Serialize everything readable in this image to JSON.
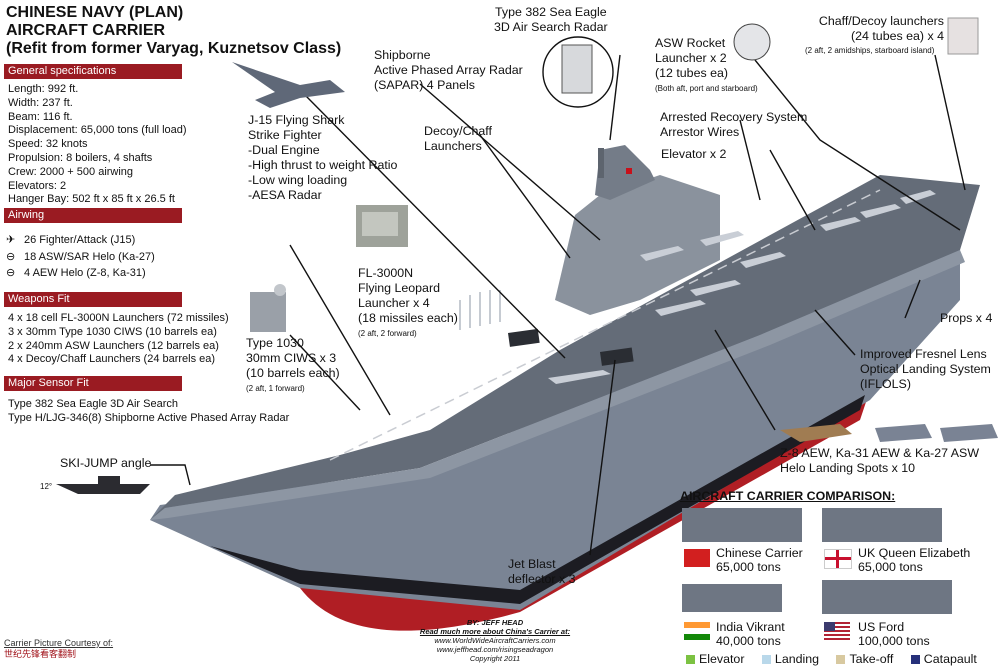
{
  "title": {
    "line1": "CHINESE NAVY (PLAN)",
    "line2": "AIRCRAFT CARRIER",
    "line3": "(Refit from former Varyag, Kuznetsov Class)"
  },
  "general": {
    "header": "General specifications",
    "items": [
      "Length: 992 ft.",
      "Width: 237 ft.",
      "Beam: 116 ft.",
      "Displacement: 65,000 tons (full load)",
      "Speed: 32 knots",
      "Propulsion: 8 boilers, 4 shafts",
      "Crew: 2000 + 500 airwing",
      "Elevators: 2",
      "Hanger Bay: 502 ft x 85 ft x 26.5 ft"
    ]
  },
  "airwing": {
    "header": "Airwing",
    "items": [
      "26 Fighter/Attack (J15)",
      "18 ASW/SAR Helo (Ka-27)",
      "4 AEW Helo (Z-8, Ka-31)"
    ]
  },
  "weapons": {
    "header": "Weapons Fit",
    "items": [
      "4 x 18 cell FL-3000N Launchers (72 missiles)",
      "3 x 30mm Type 1030 CIWS (10 barrels ea)",
      "2 x 240mm ASW Launchers (12 barrels ea)",
      "4 x Decoy/Chaff Launchers (24 barrels ea)"
    ]
  },
  "sensors": {
    "header": "Major Sensor Fit",
    "items": [
      "Type 382 Sea Eagle 3D Air Search",
      "Type H/LJG-346(8) Shipborne Active Phased Array Radar"
    ]
  },
  "callouts": {
    "j15": [
      "J-15 Flying Shark",
      "Strike Fighter",
      "-Dual Engine",
      "-High thrust to weight Ratio",
      "-Low wing loading",
      "-AESA Radar"
    ],
    "radar382": [
      "Type 382 Sea Eagle",
      "3D Air Search Radar"
    ],
    "sapar": [
      "Shipborne",
      "Active Phased Array Radar",
      "(SAPAR) 4 Panels"
    ],
    "asw": [
      "ASW Rocket",
      "Launcher x 2",
      "(12 tubes ea)"
    ],
    "asw_note": "(Both aft, port and starboard)",
    "chaff": [
      "Chaff/Decoy launchers",
      "(24 tubes ea) x 4"
    ],
    "chaff_note": "(2 aft, 2 amidships, starboard island)",
    "decoy": [
      "Decoy/Chaff",
      "Launchers"
    ],
    "arrest": [
      "Arrested Recovery System",
      "Arrestor Wires"
    ],
    "elevator": "Elevator x 2",
    "fl3000": [
      "FL-3000N",
      "Flying Leopard",
      "Launcher x 4",
      "(18 missiles each)"
    ],
    "fl3000_note": "(2 aft, 2 forward)",
    "ciws": [
      "Type 1030",
      "30mm CIWS x 3",
      "(10 barrels each)"
    ],
    "ciws_note": "(2 aft, 1 forward)",
    "props": "Props x 4",
    "fresnel": [
      "Improved Fresnel Lens",
      "Optical Landing System",
      "(IFLOLS)"
    ],
    "helo": [
      "Z-8 AEW, Ka-31 AEW & Ka-27 ASW",
      "Helo Landing Spots x 10"
    ],
    "skijump": "SKI-JUMP angle",
    "skijump_deg": "12°",
    "jetblast": [
      "Jet Blast",
      "deflector x 3"
    ]
  },
  "comparison": {
    "title": "AIRCRAFT CARRIER COMPARISON:",
    "carriers": [
      {
        "name": "Chinese Carrier",
        "tons": "65,000 tons"
      },
      {
        "name": "UK Queen Elizabeth",
        "tons": "65,000 tons"
      },
      {
        "name": "India Vikrant",
        "tons": "40,000 tons"
      },
      {
        "name": "US Ford",
        "tons": "100,000 tons"
      }
    ],
    "legend": [
      {
        "label": "Elevator",
        "color": "#7cc242"
      },
      {
        "label": "Landing",
        "color": "#b9d8ea"
      },
      {
        "label": "Take-off",
        "color": "#d8c9a0"
      },
      {
        "label": "Catapault",
        "color": "#26307a"
      }
    ]
  },
  "credits": {
    "by": "BY:  JEFF HEAD",
    "read": "Read much more about China's Carrier at:",
    "url1": "www.WorldWideAircraftCarriers.com",
    "url2": "www.jeffhead.com/risingseadragon",
    "copyright": "Copyright 2011",
    "courtesy": "Carrier Picture Courtesy of:",
    "courtesy_cn": "世纪先锋看客翻制"
  },
  "colors": {
    "section_red": "#9a1b22",
    "hull_grey": "#7c8696",
    "hull_red": "#b01e24",
    "deck": "#6c7480"
  }
}
